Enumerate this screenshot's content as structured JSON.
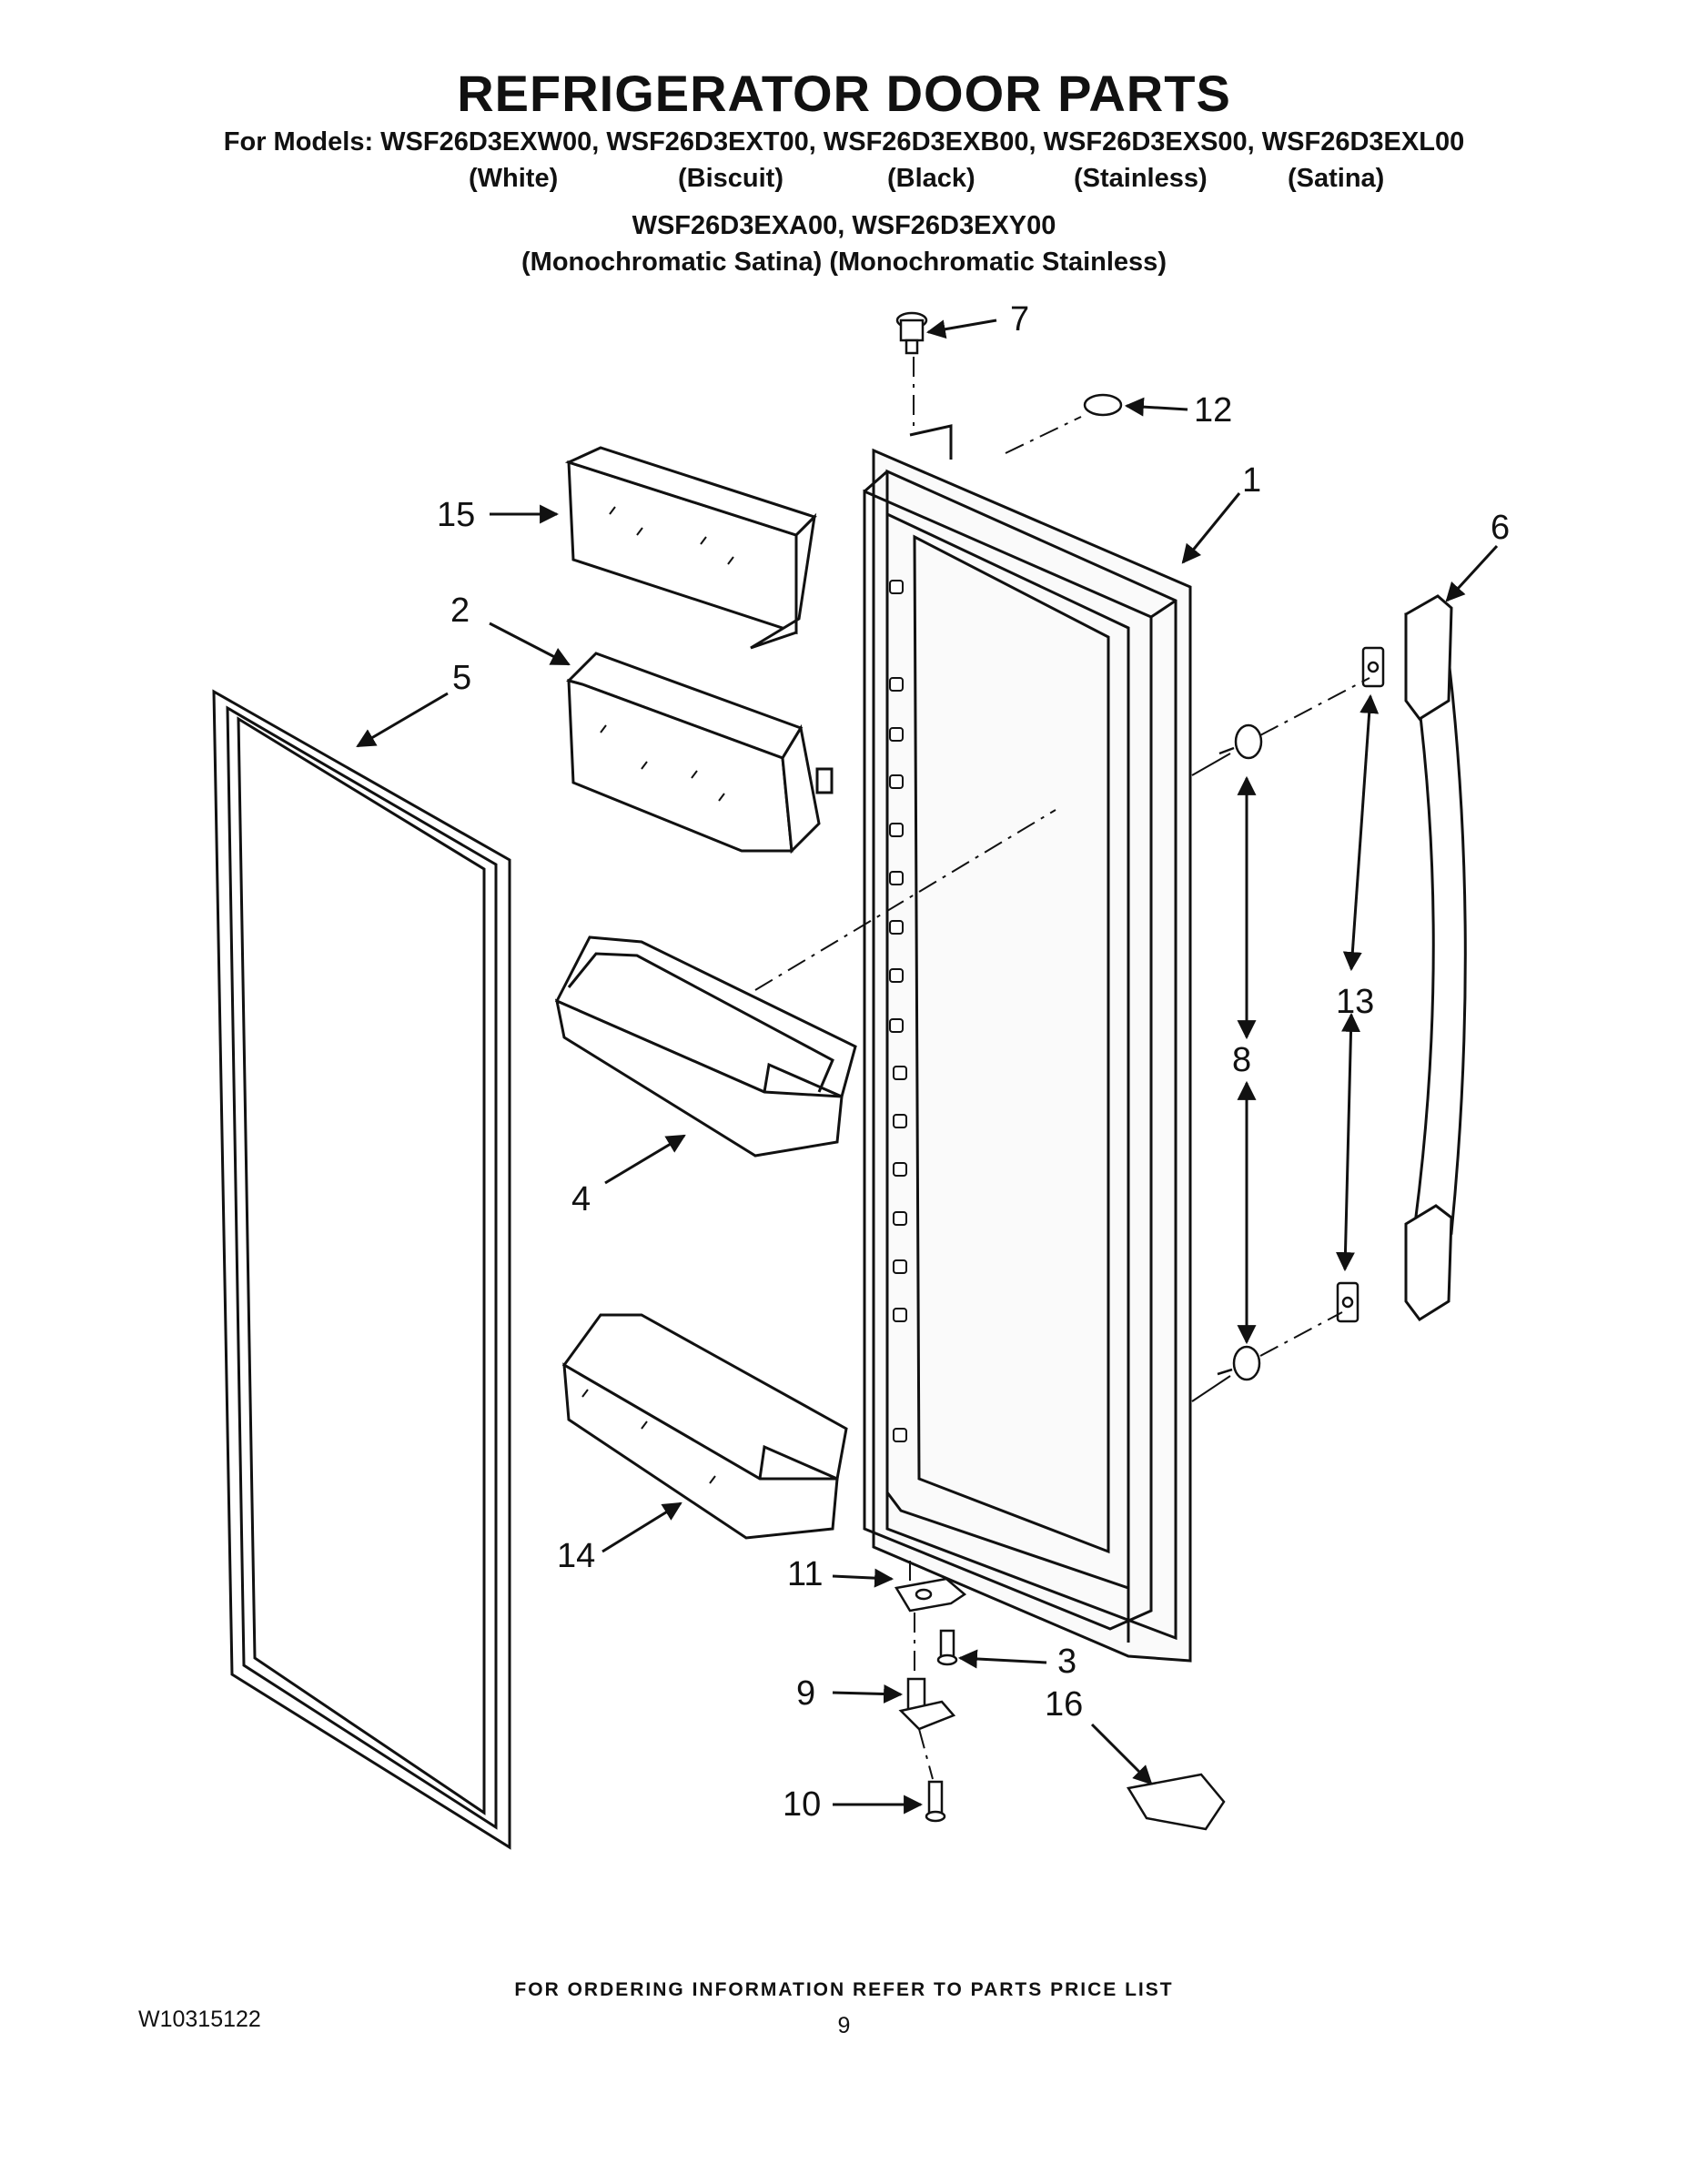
{
  "header": {
    "title": "REFRIGERATOR DOOR PARTS",
    "models_line1": "For Models: WSF26D3EXW00, WSF26D3EXT00, WSF26D3EXB00, WSF26D3EXS00, WSF26D3EXL00",
    "colors_line1": [
      "(White)",
      "(Biscuit)",
      "(Black)",
      "(Stainless)",
      "(Satina)"
    ],
    "models_line2": "WSF26D3EXA00, WSF26D3EXY00",
    "colors_line2": "(Monochromatic Satina) (Monochromatic Stainless)"
  },
  "callouts": {
    "c1": "1",
    "c2": "2",
    "c3": "3",
    "c4": "4",
    "c5": "5",
    "c6": "6",
    "c7": "7",
    "c8": "8",
    "c9": "9",
    "c10": "10",
    "c11": "11",
    "c12": "12",
    "c13": "13",
    "c14": "14",
    "c15": "15",
    "c16": "16"
  },
  "footer": {
    "ordering_note": "FOR ORDERING INFORMATION REFER TO PARTS PRICE LIST",
    "document_id": "W10315122",
    "page_number": "9"
  }
}
